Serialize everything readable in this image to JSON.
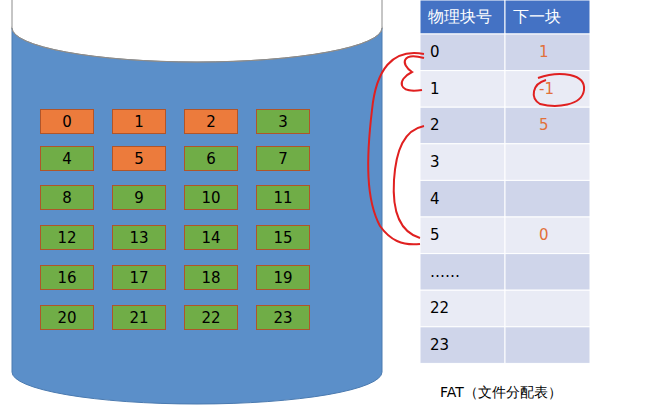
{
  "diagram": {
    "caption": "FAT（文件分配表）",
    "nodes": [
      {
        "text": [
          "0"
        ]
      },
      {
        "text": [
          "1"
        ]
      },
      {
        "text": [
          "2"
        ]
      },
      {
        "text": [
          "3"
        ]
      },
      {
        "text": [
          "4"
        ]
      },
      {
        "text": [
          "5"
        ]
      },
      {
        "text": [
          "6"
        ]
      },
      {
        "text": [
          "7"
        ]
      },
      {
        "text": [
          "8"
        ]
      },
      {
        "text": [
          "9"
        ]
      },
      {
        "text": [
          "10"
        ]
      },
      {
        "text": [
          "11"
        ]
      },
      {
        "text": [
          "12"
        ]
      },
      {
        "text": [
          "13"
        ]
      },
      {
        "text": [
          "14"
        ]
      },
      {
        "text": [
          "15"
        ]
      },
      {
        "text": [
          "16"
        ]
      },
      {
        "text": [
          "17"
        ]
      },
      {
        "text": [
          "18"
        ]
      },
      {
        "text": [
          "19"
        ]
      },
      {
        "text": [
          "20"
        ]
      },
      {
        "text": [
          "21"
        ]
      },
      {
        "text": [
          "22"
        ]
      },
      {
        "text": [
          "23"
        ]
      }
    ],
    "labels": [
      "物理块号",
      "下一块",
      "0",
      "1",
      "1",
      "-1",
      "2",
      "5",
      "3",
      "4",
      "5",
      "0",
      "……",
      "22",
      "23"
    ]
  }
}
